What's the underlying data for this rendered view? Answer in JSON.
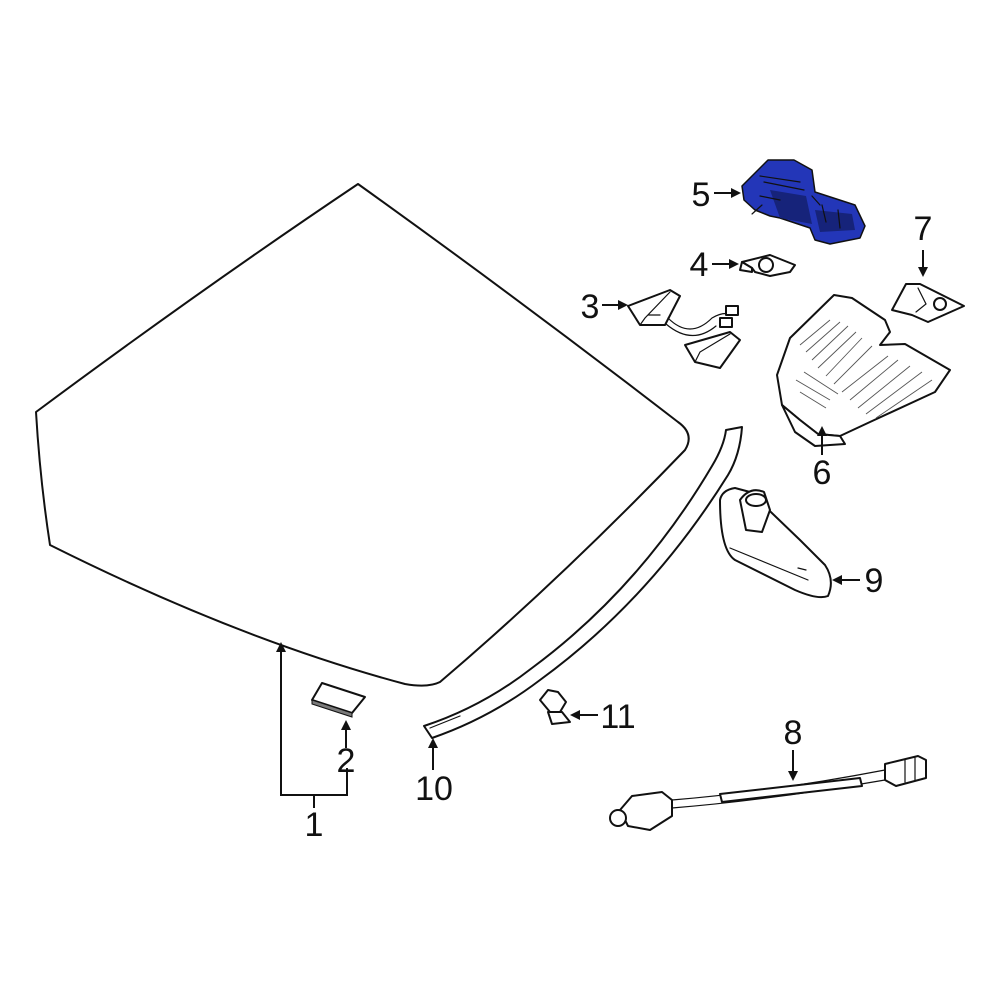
{
  "parts": [
    {
      "key": "windshield",
      "callout": "1"
    },
    {
      "key": "bracket_pad",
      "callout": "2"
    },
    {
      "key": "rain_sensor_covers",
      "callout": "3"
    },
    {
      "key": "sensor",
      "callout": "4"
    },
    {
      "key": "camera_module",
      "callout": "5",
      "highlighted": true
    },
    {
      "key": "mirror_cover",
      "callout": "6"
    },
    {
      "key": "bracket",
      "callout": "7"
    },
    {
      "key": "camera_harness",
      "callout": "8"
    },
    {
      "key": "rear_view_mirror",
      "callout": "9"
    },
    {
      "key": "molding_strip",
      "callout": "10"
    },
    {
      "key": "clip",
      "callout": "11"
    }
  ],
  "colors": {
    "highlight": "#2336b8",
    "highlight_dark": "#16237a",
    "line": "#111111",
    "background": "#ffffff"
  }
}
